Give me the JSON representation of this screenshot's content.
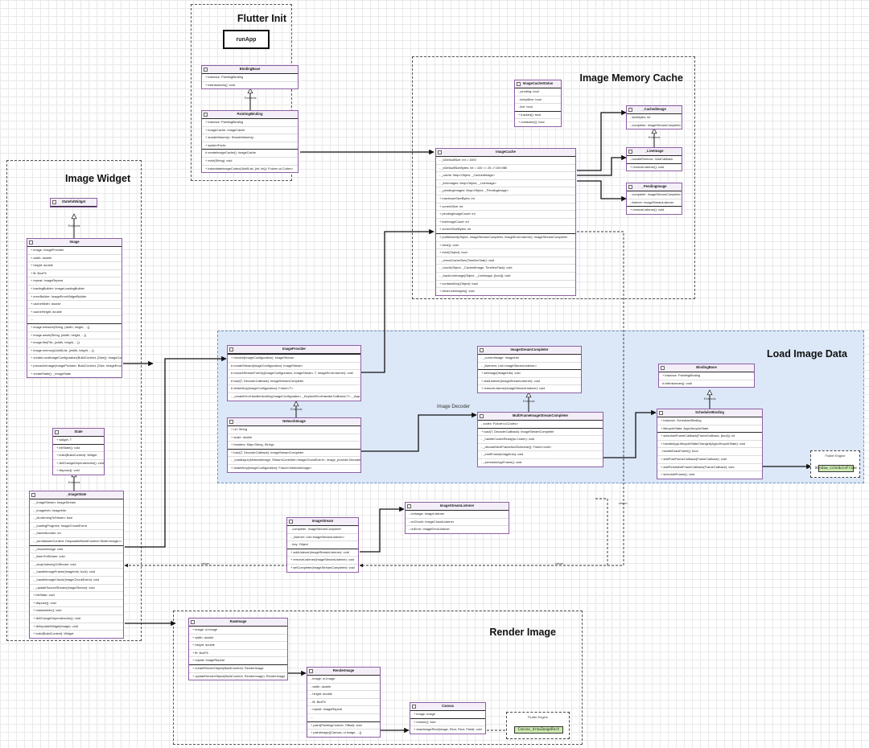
{
  "groups": {
    "flutter_init": "Flutter Init",
    "image_widget": "Image Widget",
    "image_memory_cache": "Image Memory Cache",
    "load_image_data": "Load Image Data",
    "render_image": "Render Image"
  },
  "run_app": "runApp",
  "edge_labels": {
    "image_decoder": "Image Decoder",
    "extends": "Extends",
    "return": "return"
  },
  "engines": {
    "window": {
      "label": "Flutter Engine",
      "call": "Window_scheduleFrame"
    },
    "canvas": {
      "label": "Flutter Engine",
      "call": "Canvas_drawImageRect"
    }
  },
  "classes": {
    "binding_base_top": {
      "name": "BindingBase",
      "attrs": [
        "+ instance: PaintingBinding",
        "+ initInstances(): void"
      ],
      "methods": []
    },
    "painting_binding": {
      "name": "PaintingBinding",
      "attrs": [
        "+ instance: PaintingBinding",
        "+ imageCache: ImageCache",
        "+ shaderWarmUp: ShaderWarmUp",
        "+ systemFonts"
      ],
      "methods": [
        "# createImageCache(): ImageCache",
        "+ evict(String): void",
        "+ instantiateImageCodec(Uint8List, {int, int}): Future<ui.Codec>"
      ]
    },
    "stateful_widget": {
      "name": "StatefulWidget",
      "attrs": [],
      "methods": []
    },
    "image": {
      "name": "Image",
      "attrs": [
        "+ image: ImageProvider",
        "+ width: double",
        "+ height: double",
        "+ fit: BoxFit",
        "+ repeat: ImageRepeat",
        "+ loadingBuilder: ImageLoadingBuilder",
        "+ errorBuilder: ImageErrorWidgetBuilder",
        "+ cacheWidth: double",
        "+ cacheHeight: double",
        "..."
      ],
      "methods": [
        "+ image.network(String, {width, height, ...})",
        "+ image.asset(String, {width, height, ...})",
        "+ image.file(File, {width, height, ...})",
        "+ image.memory(Uint8List, {width, height, ...})",
        "+ createLocalImageConfiguration(BuildContext, {Size}): ImageConfiguration",
        "+ precacheImage(ImageProvider, BuildContext, {Size, ImageErrorListener})",
        "+ createState(): _ImageState"
      ]
    },
    "state": {
      "name": "State",
      "attrs": [
        "+ widget: T"
      ],
      "methods": [
        "+ initState(): void",
        "+ build(BuildContext): Widget",
        "+ didChangeDependencies(): void",
        "+ dispose(): void"
      ]
    },
    "image_state": {
      "name": "_ImageState",
      "attrs": [
        "- _imageStream: ImageStream",
        "- _imageInfo: ImageInfo",
        "- _isListeningToStream: bool",
        "- _loadingProgress: ImageChunkEvent",
        "- _frameNumber: int",
        "- _scrollAwareContext: DisposableBuildContext<State<Image>>"
      ],
      "methods": [
        "- _resolveImage: void",
        "- _listenToStream: void",
        "- _stopListeningToStream: void",
        "- _handleImageFrame(ImageInfo, bool): void",
        "- _handleImageChunk(ImageChunkEvent): void",
        "- _updateSourceStream(ImageStream): void",
        "+ initState: void",
        "+ dispose(): void",
        "+ reassemble(): void",
        "+ didChangeDependencies(): void",
        "+ didUpdateWidget(Image): void",
        "+ build(BuildContext): Widget"
      ]
    },
    "image_cache_status": {
      "name": "ImageCacheStatus",
      "attrs": [
        "- pending: bool",
        "- keepAlive: bool",
        "- live: bool"
      ],
      "methods": [
        "+ tracked(): bool",
        "+ untracked(): bool"
      ]
    },
    "image_cache": {
      "name": "ImageCache",
      "attrs": [
        "- _kDefaultSize: int = 1000",
        "- _kDefaultSizeBytes: int = 100 << 20; // 100 MiB",
        "- _cache: Map<Object, _CachedImage>",
        "- _liveImages: Map<Object, _LiveImage>",
        "- _pendingImages: Map<Object, _PendingImage>",
        "+ maximumSizeBytes: int",
        "+ currentSize: int",
        "+ pendingImageCount: int",
        "+ liveImageCount: int",
        "+ currentSizeBytes: int"
      ],
      "methods": [
        "+ putIfAbsent(Object, ImageStreamCompleter, ImageErrorListener): ImageStreamCompleter",
        "+ clear(): void",
        "+ evict(Object): bool",
        "- _checkCacheSize(TimelineTask): void",
        "- _touch(Object, _CachedImage, TimelineTask): void",
        "- _trackLiveImage(Object, _LiveImage, {bool}): void",
        "+ containsKey(Object): bool",
        "+ clearLiveImages(): void"
      ]
    },
    "cached_image": {
      "name": "_CachedImage",
      "attrs": [
        "- sizeBytes: int",
        "- completer: ImageStreamCompleter"
      ],
      "methods": []
    },
    "live_image": {
      "name": "_LiveImage",
      "attrs": [
        "- handleRemove: VoidCallback"
      ],
      "methods": [
        "+ removeListener(): void"
      ]
    },
    "pending_image": {
      "name": "_PendingImage",
      "attrs": [
        "- completer: ImageStreamCompleter",
        "- listener: ImageStreamListener"
      ],
      "methods": [
        "+ removeListener(): void"
      ]
    },
    "image_provider": {
      "name": "ImageProvider",
      "attrs": [],
      "methods": [
        "+ resolve(ImageConfiguration): ImageStream",
        "# createStream(ImageConfiguration): ImageStream",
        "# resolveStreamForKey(ImageConfiguration, ImageStream, T, ImageErrorListener): void",
        "# load(T, DecoderCallback): ImageStreamCompleter",
        "# obtainKey(ImageConfiguration): Future<T>",
        "- _createErrorHandlerAndKey(ImageConfiguration, _KeyAndErrorHandlerCallback<T>, _AsyncKeyErrorHandler<T>)"
      ]
    },
    "network_image": {
      "name": "NetworkImage",
      "attrs": [
        "+ url: String",
        "+ scale: double",
        "+ headers: Map<String, String>"
      ],
      "methods": [
        "+ load(T, DecoderCallback): ImageStreamCompleter",
        "- _loadAsync(NetworkImage, StreamController<ImageChunkEvent>, image_provider.DecoderCallback)",
        "+ obtainKey(ImageConfiguration): Future<NetworkImage>"
      ]
    },
    "image_stream_completer": {
      "name": "ImageStreamCompleter",
      "attrs": [
        "- _currentImage: ImageInfo",
        "- _listeners: List<ImageStreamListener>"
      ],
      "methods": [
        "+ setImage(ImageInfo): void",
        "+ addListener(ImageStreamListener): void",
        "+ removeListener(ImageStreamListener): void"
      ]
    },
    "multi_frame_completer": {
      "name": "MultiFrameImageStreamCompleter",
      "attrs": [
        "- codec: Future<ui.Codec>"
      ],
      "methods": [
        "+ load(T, DecoderCallback): ImageStreamCompleter",
        "- _handleCodecReady(ui.Codec): void",
        "- _decodeNextFrameAndSchedule(): Future<void>",
        "- _emitFrame(ImageInfo): void",
        "- _scheduleAppFrame(): void"
      ]
    },
    "binding_base_right": {
      "name": "BindingBase",
      "attrs": [
        "+ instance: PaintingBinding",
        "# initInstances(): void"
      ],
      "methods": []
    },
    "scheduler_binding": {
      "name": "SchedulerBinding",
      "attrs": [
        "+ instance: SchedulerBinding",
        "+ lifecycleState: AppLifecycleState"
      ],
      "methods": [
        "+ scheduleFrameCallback(FrameCallback, {bool}): int",
        "+ handleAppLifecycleStateChanged(AppLifecycleState): void",
        "- handleDrawFrame(): bool",
        "+ addPostFrameCallback(FrameCallback): void",
        "+ addPersistentFrameCallback(FrameCallback): void",
        "+ scheduleFrame(): void"
      ]
    },
    "image_stream": {
      "name": "ImageStream",
      "attrs": [
        "- completer: ImageStreamCompleter",
        "- _listener: List<ImageStreamListener>",
        "- key: Object"
      ],
      "methods": [
        "+ addListener(ImageStreamListener): void",
        "+ removeListener(ImageStreamListener): void",
        "+ setCompleter(ImageStreamCompleter): void"
      ]
    },
    "image_stream_listener": {
      "name": "ImageStreamListener",
      "attrs": [
        "- onImage: ImageListener",
        "- onChunk: ImageChunkListener",
        "- onError: ImageErrorListener"
      ],
      "methods": []
    },
    "raw_image": {
      "name": "RawImage",
      "attrs": [
        "+ image: ui.Image",
        "+ width: double",
        "+ height: double",
        "+ fit: BoxFit",
        "+ repeat: ImageRepeat"
      ],
      "methods": [
        "+ createRenderObject(BuildContext): RenderImage",
        "+ updateRenderObject(BuildContext, RenderImage): RenderImage"
      ]
    },
    "render_image": {
      "name": "RenderImage",
      "attrs": [
        "- image: ui.Image",
        "- width: double",
        "- height: double",
        "- fit: BoxFit",
        "- repeat: ImageRepeat",
        "..."
      ],
      "methods": [
        "+ paint(PaintingContext, Offset): void",
        "+ paintImage({Canvas, ui.Image, ...})"
      ]
    },
    "canvas": {
      "name": "Canvas",
      "attrs": [
        "+ image: Image"
      ],
      "methods": [
        "+ restore(): void",
        "+ drawImageRect(Image, Rect, Rect, Paint): void"
      ]
    }
  }
}
